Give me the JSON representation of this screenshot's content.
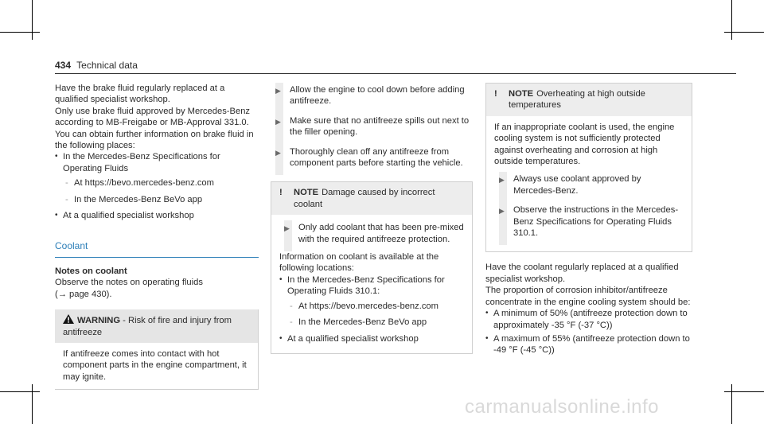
{
  "header": {
    "page_number": "434",
    "section": "Technical data"
  },
  "col1": {
    "p1": "Have the brake fluid regularly replaced at a qualified specialist workshop.",
    "p2": "Only use brake fluid approved by Mercedes-Benz according to MB-Freigabe or MB-Approval 331.0.",
    "p3": "You can obtain further information on brake fluid in the following places:",
    "bullet1": "In the Mercedes-Benz Specifications for Operating Fluids",
    "dash1": "At https://bevo.mercedes-benz.com",
    "dash2": "In the Mercedes-Benz BeVo app",
    "bullet2": "At a qualified specialist workshop",
    "coolant_title": "Coolant",
    "notes_title": "Notes on coolant",
    "notes_text": "Observe the notes on operating fluids",
    "notes_ref": "(→ page 430).",
    "warning": {
      "label": "WARNING",
      "risk": " - Risk of fire and injury from antifreeze",
      "body": "If antifreeze comes into contact with hot component parts in the engine compartment, it may ignite."
    }
  },
  "col2": {
    "step1": "Allow the engine to cool down before adding antifreeze.",
    "step2": "Make sure that no antifreeze spills out next to the filler opening.",
    "step3": "Thoroughly clean off any antifreeze from component parts before starting the vehicle.",
    "note": {
      "icon": "!",
      "label": "NOTE",
      "title": "Damage caused by incorrect coolant",
      "step": "Only add coolant that has been pre-mixed with the required antifreeze protection.",
      "info": "Information on coolant is available at the following locations:",
      "bullet1": "In the Mercedes-Benz Specifications for Operating Fluids 310.1:",
      "dash1": "At https://bevo.mercedes-benz.com",
      "dash2": "In the Mercedes-Benz BeVo app",
      "bullet2": "At a qualified specialist workshop"
    }
  },
  "col3": {
    "note": {
      "icon": "!",
      "label": "NOTE",
      "title": "Overheating at high outside temperatures",
      "body": "If an inappropriate coolant is used, the engine cooling system is not sufficiently protected against overheating and corrosion at high outside temperatures.",
      "step1": "Always use coolant approved by Mercedes-Benz.",
      "step2": "Observe the instructions in the Mercedes-Benz Specifications for Operating Fluids 310.1."
    },
    "p1": "Have the coolant regularly replaced at a qualified specialist workshop.",
    "p2": "The proportion of corrosion inhibitor/antifreeze concentrate in the engine cooling system should be:",
    "bullet1": "A minimum of 50% (antifreeze protection down to approximately -35 °F (-37 °C))",
    "bullet2": "A maximum of 55% (antifreeze protection down to -49 °F (-45 °C))"
  },
  "watermark": "carmanualsonline.info",
  "colors": {
    "accent": "#2d7fb8",
    "warning_bg": "#e5e5e5",
    "note_bg": "#ededed"
  }
}
